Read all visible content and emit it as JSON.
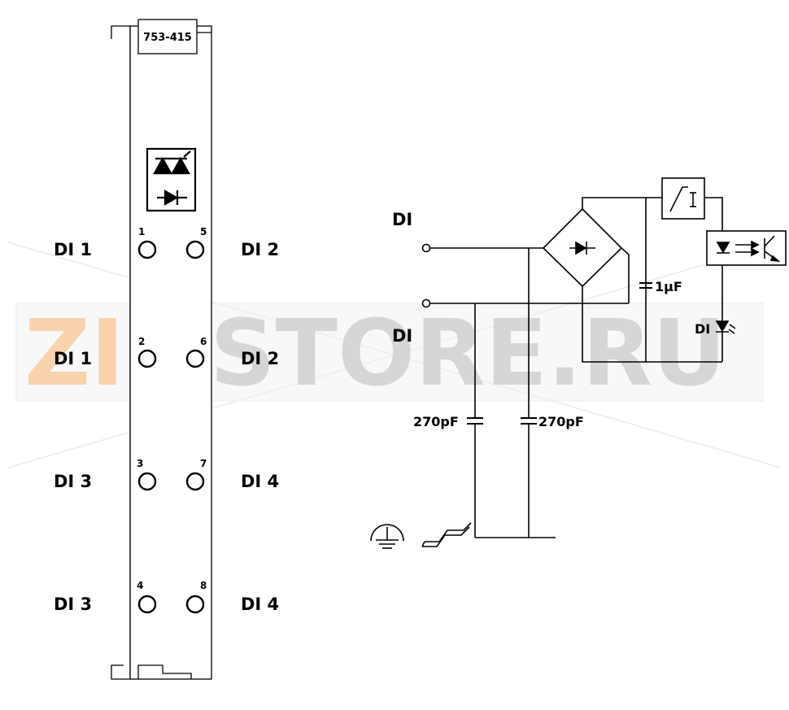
{
  "module": {
    "part_number": "753-415"
  },
  "terminals": [
    {
      "number": "1",
      "label": "DI 1"
    },
    {
      "number": "2",
      "label": "DI 1"
    },
    {
      "number": "3",
      "label": "DI 3"
    },
    {
      "number": "4",
      "label": "DI 3"
    },
    {
      "number": "5",
      "label": "DI 2"
    },
    {
      "number": "6",
      "label": "DI 2"
    },
    {
      "number": "7",
      "label": "DI 4"
    },
    {
      "number": "8",
      "label": "DI 4"
    }
  ],
  "schematic": {
    "input_top_label": "DI",
    "input_bottom_label": "DI",
    "cap_smoothing": "1µF",
    "cap_filter_left": "270pF",
    "cap_filter_right": "270pF",
    "status_led_label": "DI"
  },
  "watermark": {
    "orange_part": "ZIP",
    "grey_part": "STORE.RU"
  },
  "colors": {
    "line": "#000000",
    "watermark_orange": "#f3b06d",
    "watermark_grey": "#b5b5b5"
  }
}
